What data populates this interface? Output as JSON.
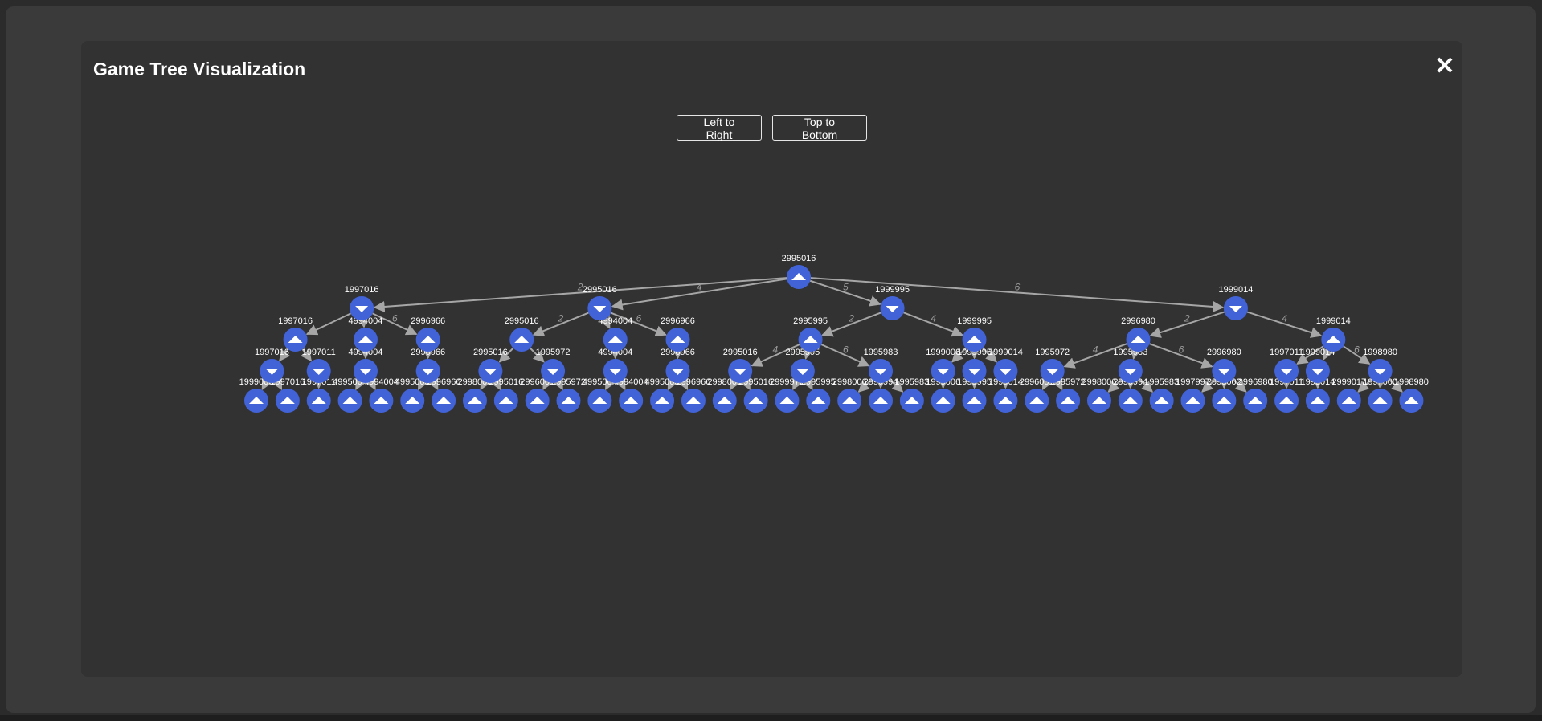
{
  "modal": {
    "title": "Game Tree Visualization",
    "close_symbol": "✕",
    "buttons": {
      "left_to_right": "Left to Right",
      "top_to_bottom": "Top to Bottom"
    }
  },
  "colors": {
    "node_fill": "#4263d8",
    "edge": "#a6a6a6",
    "modal_bg": "#323232"
  },
  "tree": {
    "root": {
      "label": "2995016",
      "icon": "triangle-up-icon",
      "children": [
        {
          "edge": "2",
          "label": "1997016",
          "icon": "triangle-down-icon",
          "children": [
            {
              "edge": "",
              "label": "1997016",
              "icon": "triangle-up-icon",
              "children": [
                {
                  "edge": "",
                  "label": "1997016",
                  "icon": "triangle-down-icon",
                  "children": [
                    {
                      "edge": "",
                      "label": "1999006",
                      "icon": "triangle-up-icon"
                    },
                    {
                      "edge": "",
                      "label": "1997016",
                      "icon": "triangle-up-icon"
                    }
                  ]
                },
                {
                  "edge": "",
                  "label": "1997011",
                  "icon": "triangle-down-icon",
                  "children": [
                    {
                      "edge": "",
                      "label": "1997011",
                      "icon": "triangle-up-icon"
                    }
                  ]
                }
              ]
            },
            {
              "edge": "4",
              "label": "4994004",
              "icon": "triangle-up-icon",
              "children": [
                {
                  "edge": "",
                  "label": "4994004",
                  "icon": "triangle-down-icon",
                  "children": [
                    {
                      "edge": "",
                      "label": "4995004",
                      "icon": "triangle-up-icon"
                    },
                    {
                      "edge": "",
                      "label": "4994004",
                      "icon": "triangle-up-icon"
                    }
                  ]
                }
              ]
            },
            {
              "edge": "6",
              "label": "2996966",
              "icon": "triangle-up-icon",
              "children": [
                {
                  "edge": "",
                  "label": "2996966",
                  "icon": "triangle-down-icon",
                  "children": [
                    {
                      "edge": "",
                      "label": "4995005",
                      "icon": "triangle-up-icon"
                    },
                    {
                      "edge": "",
                      "label": "2996966",
                      "icon": "triangle-up-icon"
                    }
                  ]
                }
              ]
            }
          ]
        },
        {
          "edge": "4",
          "label": "2995016",
          "icon": "triangle-down-icon",
          "children": [
            {
              "edge": "2",
              "label": "2995016",
              "icon": "triangle-up-icon",
              "children": [
                {
                  "edge": "",
                  "label": "2995016",
                  "icon": "triangle-down-icon",
                  "children": [
                    {
                      "edge": "",
                      "label": "2998006",
                      "icon": "triangle-up-icon"
                    },
                    {
                      "edge": "",
                      "label": "2995016",
                      "icon": "triangle-up-icon"
                    }
                  ]
                },
                {
                  "edge": "",
                  "label": "1995972",
                  "icon": "triangle-down-icon",
                  "children": [
                    {
                      "edge": "",
                      "label": "2996001",
                      "icon": "triangle-up-icon"
                    },
                    {
                      "edge": "",
                      "label": "1995972",
                      "icon": "triangle-up-icon"
                    }
                  ]
                }
              ]
            },
            {
              "edge": "4",
              "label": "4994004",
              "icon": "triangle-up-icon",
              "children": [
                {
                  "edge": "",
                  "label": "4994004",
                  "icon": "triangle-down-icon",
                  "children": [
                    {
                      "edge": "",
                      "label": "4995004",
                      "icon": "triangle-up-icon"
                    },
                    {
                      "edge": "",
                      "label": "4994004",
                      "icon": "triangle-up-icon"
                    }
                  ]
                }
              ]
            },
            {
              "edge": "6",
              "label": "2996966",
              "icon": "triangle-up-icon",
              "children": [
                {
                  "edge": "",
                  "label": "2996966",
                  "icon": "triangle-down-icon",
                  "children": [
                    {
                      "edge": "",
                      "label": "4995005",
                      "icon": "triangle-up-icon"
                    },
                    {
                      "edge": "",
                      "label": "2996966",
                      "icon": "triangle-up-icon"
                    }
                  ]
                }
              ]
            }
          ]
        },
        {
          "edge": "5",
          "label": "1999995",
          "icon": "triangle-down-icon",
          "children": [
            {
              "edge": "2",
              "label": "2995995",
              "icon": "triangle-up-icon",
              "children": [
                {
                  "edge": "4",
                  "label": "2995016",
                  "icon": "triangle-down-icon",
                  "children": [
                    {
                      "edge": "",
                      "label": "2998006",
                      "icon": "triangle-up-icon"
                    },
                    {
                      "edge": "",
                      "label": "2995016",
                      "icon": "triangle-up-icon"
                    }
                  ]
                },
                {
                  "edge": "",
                  "label": "2995995",
                  "icon": "triangle-down-icon",
                  "children": [
                    {
                      "edge": "",
                      "label": "2999972",
                      "icon": "triangle-up-icon"
                    },
                    {
                      "edge": "",
                      "label": "2995995",
                      "icon": "triangle-up-icon"
                    }
                  ]
                },
                {
                  "edge": "6",
                  "label": "1995983",
                  "icon": "triangle-down-icon",
                  "children": [
                    {
                      "edge": "",
                      "label": "2998006",
                      "icon": "triangle-up-icon"
                    },
                    {
                      "edge": "",
                      "label": "2996994",
                      "icon": "triangle-up-icon"
                    },
                    {
                      "edge": "",
                      "label": "1995983",
                      "icon": "triangle-up-icon"
                    }
                  ]
                }
              ]
            },
            {
              "edge": "4",
              "label": "1999995",
              "icon": "triangle-up-icon",
              "children": [
                {
                  "edge": "",
                  "label": "1999006",
                  "icon": "triangle-down-icon",
                  "children": [
                    {
                      "edge": "",
                      "label": "1999006",
                      "icon": "triangle-up-icon"
                    }
                  ]
                },
                {
                  "edge": "",
                  "label": "1999995",
                  "icon": "triangle-down-icon",
                  "children": [
                    {
                      "edge": "",
                      "label": "1999995",
                      "icon": "triangle-up-icon"
                    }
                  ]
                },
                {
                  "edge": "",
                  "label": "1999014",
                  "icon": "triangle-down-icon",
                  "children": [
                    {
                      "edge": "",
                      "label": "1999014",
                      "icon": "triangle-up-icon"
                    }
                  ]
                }
              ]
            }
          ]
        },
        {
          "edge": "6",
          "label": "1999014",
          "icon": "triangle-down-icon",
          "children": [
            {
              "edge": "2",
              "label": "2996980",
              "icon": "triangle-up-icon",
              "children": [
                {
                  "edge": "4",
                  "label": "1995972",
                  "icon": "triangle-down-icon",
                  "children": [
                    {
                      "edge": "",
                      "label": "2996001",
                      "icon": "triangle-up-icon"
                    },
                    {
                      "edge": "",
                      "label": "1995972",
                      "icon": "triangle-up-icon"
                    }
                  ]
                },
                {
                  "edge": "",
                  "label": "1995983",
                  "icon": "triangle-down-icon",
                  "children": [
                    {
                      "edge": "",
                      "label": "2998006",
                      "icon": "triangle-up-icon"
                    },
                    {
                      "edge": "",
                      "label": "2996994",
                      "icon": "triangle-up-icon"
                    },
                    {
                      "edge": "",
                      "label": "1995983",
                      "icon": "triangle-up-icon"
                    }
                  ]
                },
                {
                  "edge": "6",
                  "label": "2996980",
                  "icon": "triangle-down-icon",
                  "children": [
                    {
                      "edge": "",
                      "label": "1997997",
                      "icon": "triangle-up-icon"
                    },
                    {
                      "edge": "",
                      "label": "2995002",
                      "icon": "triangle-up-icon"
                    },
                    {
                      "edge": "",
                      "label": "2996980",
                      "icon": "triangle-up-icon"
                    }
                  ]
                }
              ]
            },
            {
              "edge": "4",
              "label": "1999014",
              "icon": "triangle-up-icon",
              "children": [
                {
                  "edge": "",
                  "label": "1997011",
                  "icon": "triangle-down-icon",
                  "children": [
                    {
                      "edge": "",
                      "label": "1997011",
                      "icon": "triangle-up-icon"
                    }
                  ]
                },
                {
                  "edge": "",
                  "label": "1999014",
                  "icon": "triangle-down-icon",
                  "children": [
                    {
                      "edge": "",
                      "label": "1999014",
                      "icon": "triangle-up-icon"
                    }
                  ]
                },
                {
                  "edge": "6",
                  "label": "1998980",
                  "icon": "triangle-down-icon",
                  "children": [
                    {
                      "edge": "",
                      "label": "2999017",
                      "icon": "triangle-up-icon"
                    },
                    {
                      "edge": "",
                      "label": "1997000",
                      "icon": "triangle-up-icon"
                    },
                    {
                      "edge": "",
                      "label": "1998980",
                      "icon": "triangle-up-icon"
                    }
                  ]
                }
              ]
            }
          ]
        }
      ]
    }
  }
}
